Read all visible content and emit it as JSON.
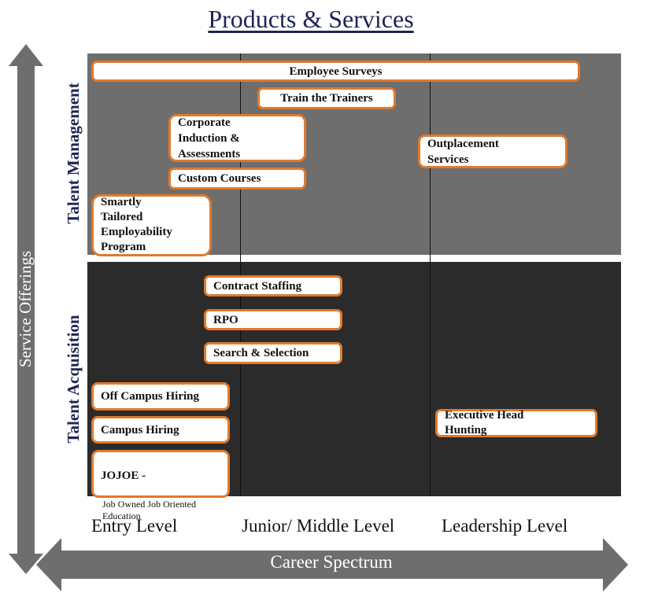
{
  "title": "Products & Services",
  "colors": {
    "title": "#1f2555",
    "box_border": "#e07a2d",
    "panel_top": "#6e6e6e",
    "panel_bottom": "#2b2b2b",
    "arrow": "#6e6e6e"
  },
  "rows": {
    "talent_management": "Talent Management",
    "talent_acquisition": "Talent Acquisition"
  },
  "axes": {
    "vertical": "Service Offerings",
    "horizontal": "Career Spectrum"
  },
  "levels": {
    "entry": "Entry Level",
    "junior_middle": "Junior/ Middle Level",
    "leadership": "Leadership Level"
  },
  "talent_management": {
    "employee_surveys": "Employee Surveys",
    "train_the_trainers": "Train the Trainers",
    "corporate_induction": "Corporate\nInduction &\nAssessments",
    "outplacement": "Outplacement\nServices",
    "custom_courses": "Custom Courses",
    "smartly_tailored": "Smartly\nTailored\nEmployability\nProgram"
  },
  "talent_acquisition": {
    "contract_staffing": "Contract Staffing",
    "rpo": "RPO",
    "search_selection": "Search & Selection",
    "off_campus": "Off Campus Hiring",
    "campus": "Campus Hiring",
    "executive_head_hunting": "Executive Head\nHunting",
    "jojoe_title": "JOJOE -",
    "jojoe_subtitle": "Job Owned Job Oriented\nEducation"
  }
}
